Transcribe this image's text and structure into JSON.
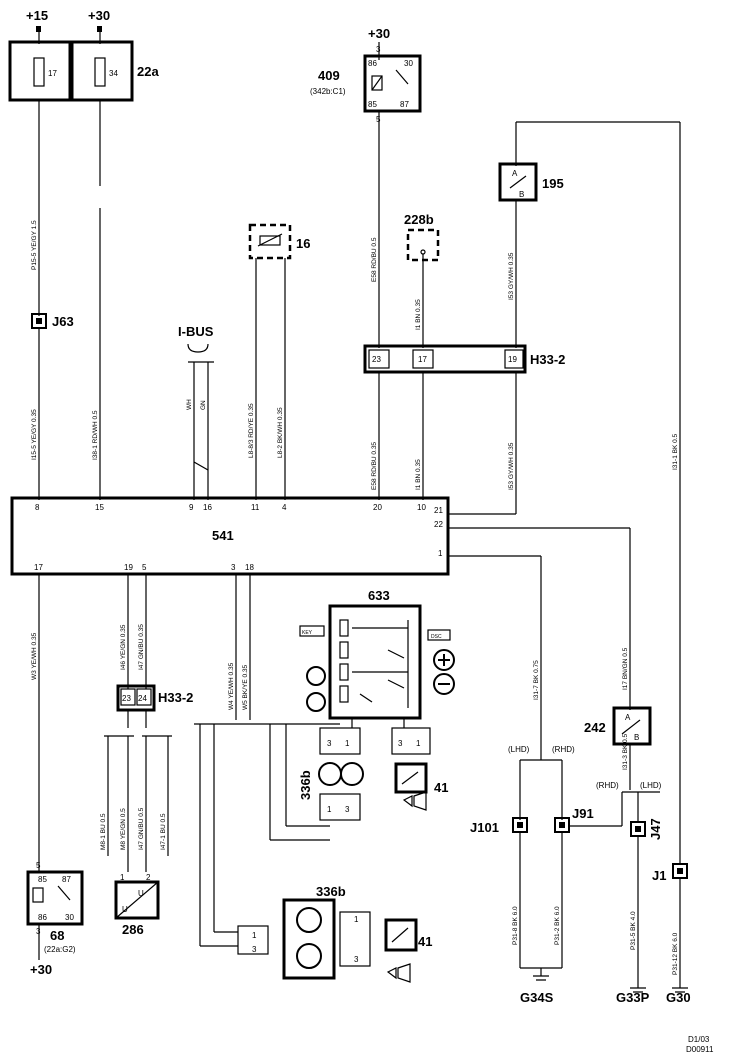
{
  "supply": {
    "p15": "+15",
    "p30a": "+30",
    "p30b": "+30",
    "p30c": "+30"
  },
  "fuses": {
    "f17": "17",
    "f34": "34",
    "box": "22a"
  },
  "components": {
    "relay409": "409",
    "relay409_ref": "(342b:C1)",
    "sw195": "195",
    "res16": "16",
    "sw228b": "228b",
    "ibus": "I-BUS",
    "ecu541": "541",
    "panel633": "633",
    "horn336b_top": "336b",
    "horn336b_bot": "336b",
    "horn41_top": "41",
    "horn41_bot": "41",
    "sw242": "242",
    "relay68": "68",
    "relay68_ref": "(22a:G2)",
    "sensor286": "286",
    "h33_top": "H33-2",
    "h33_bot": "H33-2",
    "j63": "J63",
    "j101": "J101",
    "j91": "J91",
    "j47": "J47",
    "j1": "J1",
    "g34s": "G34S",
    "g33p": "G33P",
    "g30": "G30",
    "lhd1": "(LHD)",
    "rhd1": "(RHD)",
    "rhd2": "(RHD)",
    "lhd2": "(LHD)"
  },
  "pins541": {
    "p8": "8",
    "p15": "15",
    "p9": "9",
    "p16": "16",
    "p11": "11",
    "p4": "4",
    "p20": "20",
    "p10": "10",
    "p21": "21",
    "p22": "22",
    "p1": "1",
    "p17": "17",
    "p19": "19",
    "p5": "5",
    "p3": "3",
    "p18": "18"
  },
  "conn_h33_top": {
    "a": "23",
    "b": "17",
    "c": "19"
  },
  "conn_h33_bot": {
    "a": "23",
    "b": "24"
  },
  "relay_pins": {
    "r86": "86",
    "r30": "30",
    "r85": "85",
    "r87": "87",
    "t3": "3",
    "t5": "5"
  },
  "relay68_pins": {
    "r85": "85",
    "r87": "87",
    "r86": "86",
    "r30": "30",
    "t5": "5",
    "t3": "3"
  },
  "misc": {
    "a": "A",
    "b": "B",
    "u": "U",
    "one": "1",
    "two": "2",
    "three": "3",
    "key": "KEY",
    "dsc": "DSC"
  },
  "wires": {
    "w1": "P15-5  YE/GY  1.5",
    "w2": "I15-5  YE/GY  0.35",
    "w3": "I38-1  RD/WH  0.5",
    "w4": "WH",
    "w5": "GN",
    "w6": "L8-8/3  RD/YE  0.35",
    "w7": "L8-2  BK/WH  0.35",
    "w8": "E58  RD/BU  0.5",
    "w9": "I1  BN  0.35",
    "w10": "I53  GY/WH  0.35",
    "w11": "E58  RD/BU  0.35",
    "w12": "I1  BN  0.35",
    "w13": "I53  GY/WH  0.35",
    "w14": "I31-1  BK  0.5",
    "w15": "W3  YE/WH  0.35",
    "w16": "I46  YE/GN  0.35",
    "w17": "I47  GN/BU  0.35",
    "w18": "W4  YE/WH  0.35",
    "w19": "W5  BK/YE  0.35",
    "w20": "I31-7  BK  0.75",
    "w21": "I17  BN/GN  0.5",
    "w22": "I31-3  BK  0.5",
    "w23": "M8-1  BU  0.5",
    "w24": "M8  YE/GN  0.5",
    "w25": "I47  GN/BU  0.5",
    "w26": "I47-1  BU  0.5",
    "w27": "P31-8  BK  6.0",
    "w28": "P31-2  BK  6.0",
    "w29": "P31-5  BK  4.0",
    "w30": "P31-12  BK  6.0"
  },
  "footer": {
    "date": "D1/03",
    "code": "D00911"
  }
}
